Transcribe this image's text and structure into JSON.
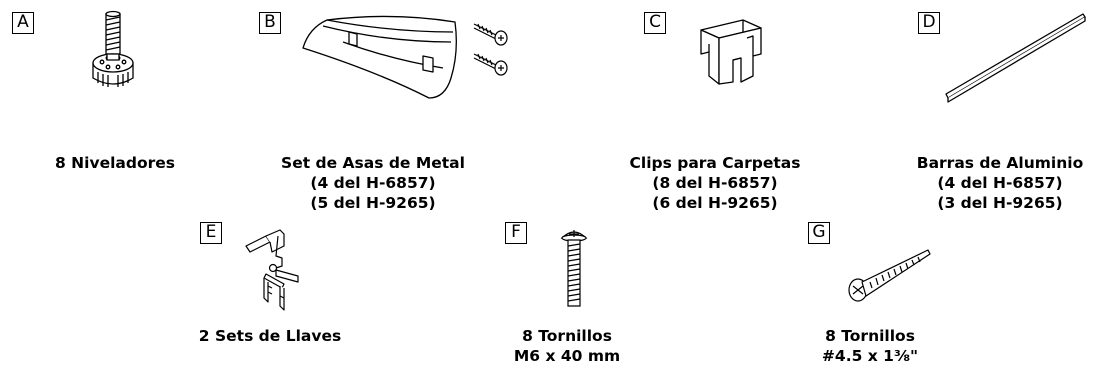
{
  "parts": [
    {
      "id": "A",
      "letter": "A",
      "lines": [
        "8 Niveladores"
      ],
      "icon": "leveler-icon"
    },
    {
      "id": "B",
      "letter": "B",
      "lines": [
        "Set de Asas de Metal",
        "(4 del H-6857)",
        "(5 del H-9265)"
      ],
      "icon": "metal-handle-icon"
    },
    {
      "id": "C",
      "letter": "C",
      "lines": [
        "Clips para Carpetas",
        "(8 del H-6857)",
        "(6 del H-9265)"
      ],
      "icon": "folder-clip-icon"
    },
    {
      "id": "D",
      "letter": "D",
      "lines": [
        "Barras de Aluminio",
        "(4 del H-6857)",
        "(3 del H-9265)"
      ],
      "icon": "aluminum-bar-icon"
    },
    {
      "id": "E",
      "letter": "E",
      "lines": [
        "2 Sets de Llaves"
      ],
      "icon": "keys-icon"
    },
    {
      "id": "F",
      "letter": "F",
      "lines": [
        "8 Tornillos",
        "M6 x 40 mm"
      ],
      "icon": "machine-screw-icon"
    },
    {
      "id": "G",
      "letter": "G",
      "lines": [
        "8 Tornillos",
        "#4.5 x 1⅜\""
      ],
      "icon": "wood-screw-icon"
    }
  ]
}
